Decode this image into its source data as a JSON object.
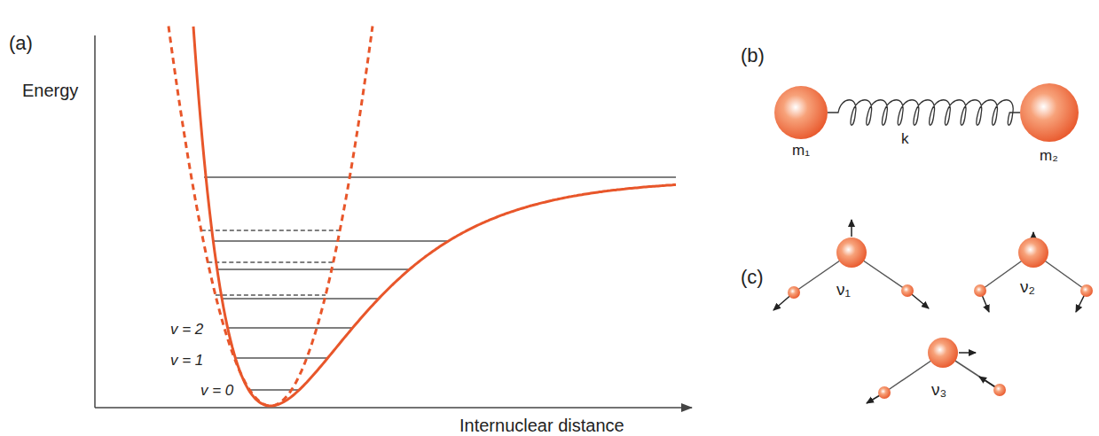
{
  "diagram": {
    "labels": [
      "(a)",
      "Energy",
      "Internuclear distance",
      "v = 2",
      "v = 1",
      "v = 0",
      "(b)",
      "m₁",
      "k",
      "m₂",
      "(c)",
      "ν₁",
      "ν₂",
      "ν₃"
    ]
  }
}
